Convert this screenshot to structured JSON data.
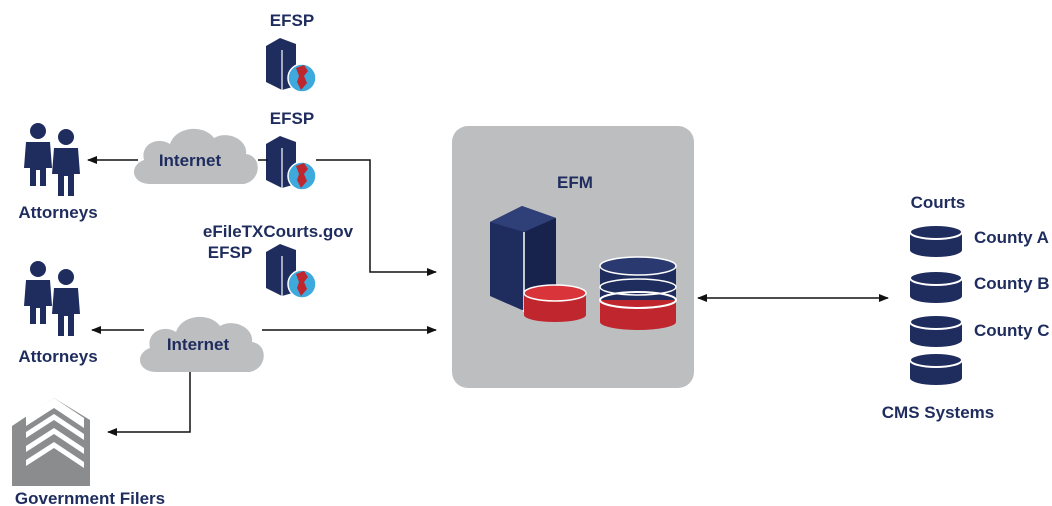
{
  "diagram": {
    "efsp_top": "EFSP",
    "efsp_middle": "EFSP",
    "efsp_gov_line1": "eFileTXCourts.gov",
    "efsp_gov_line2": "EFSP",
    "internet_top": "Internet",
    "internet_bottom": "Internet",
    "attorneys_top": "Attorneys",
    "attorneys_bottom": "Attorneys",
    "government_filers": "Government Filers",
    "efm": "EFM",
    "courts_heading": "Courts",
    "counties": [
      "County A",
      "County B",
      "County C"
    ],
    "cms_systems": "CMS Systems"
  },
  "colors": {
    "navy": "#1f2d5e",
    "red": "#c0262d",
    "gray_panel": "#bcbec0",
    "cloud": "#bcbec0",
    "globe_blue": "#3ea9dc",
    "building_gray": "#8a8c8e"
  },
  "icons": [
    "person-icon",
    "cloud-icon",
    "server-icon",
    "globe-icon",
    "database-icon",
    "building-icon",
    "arrow-icon"
  ]
}
